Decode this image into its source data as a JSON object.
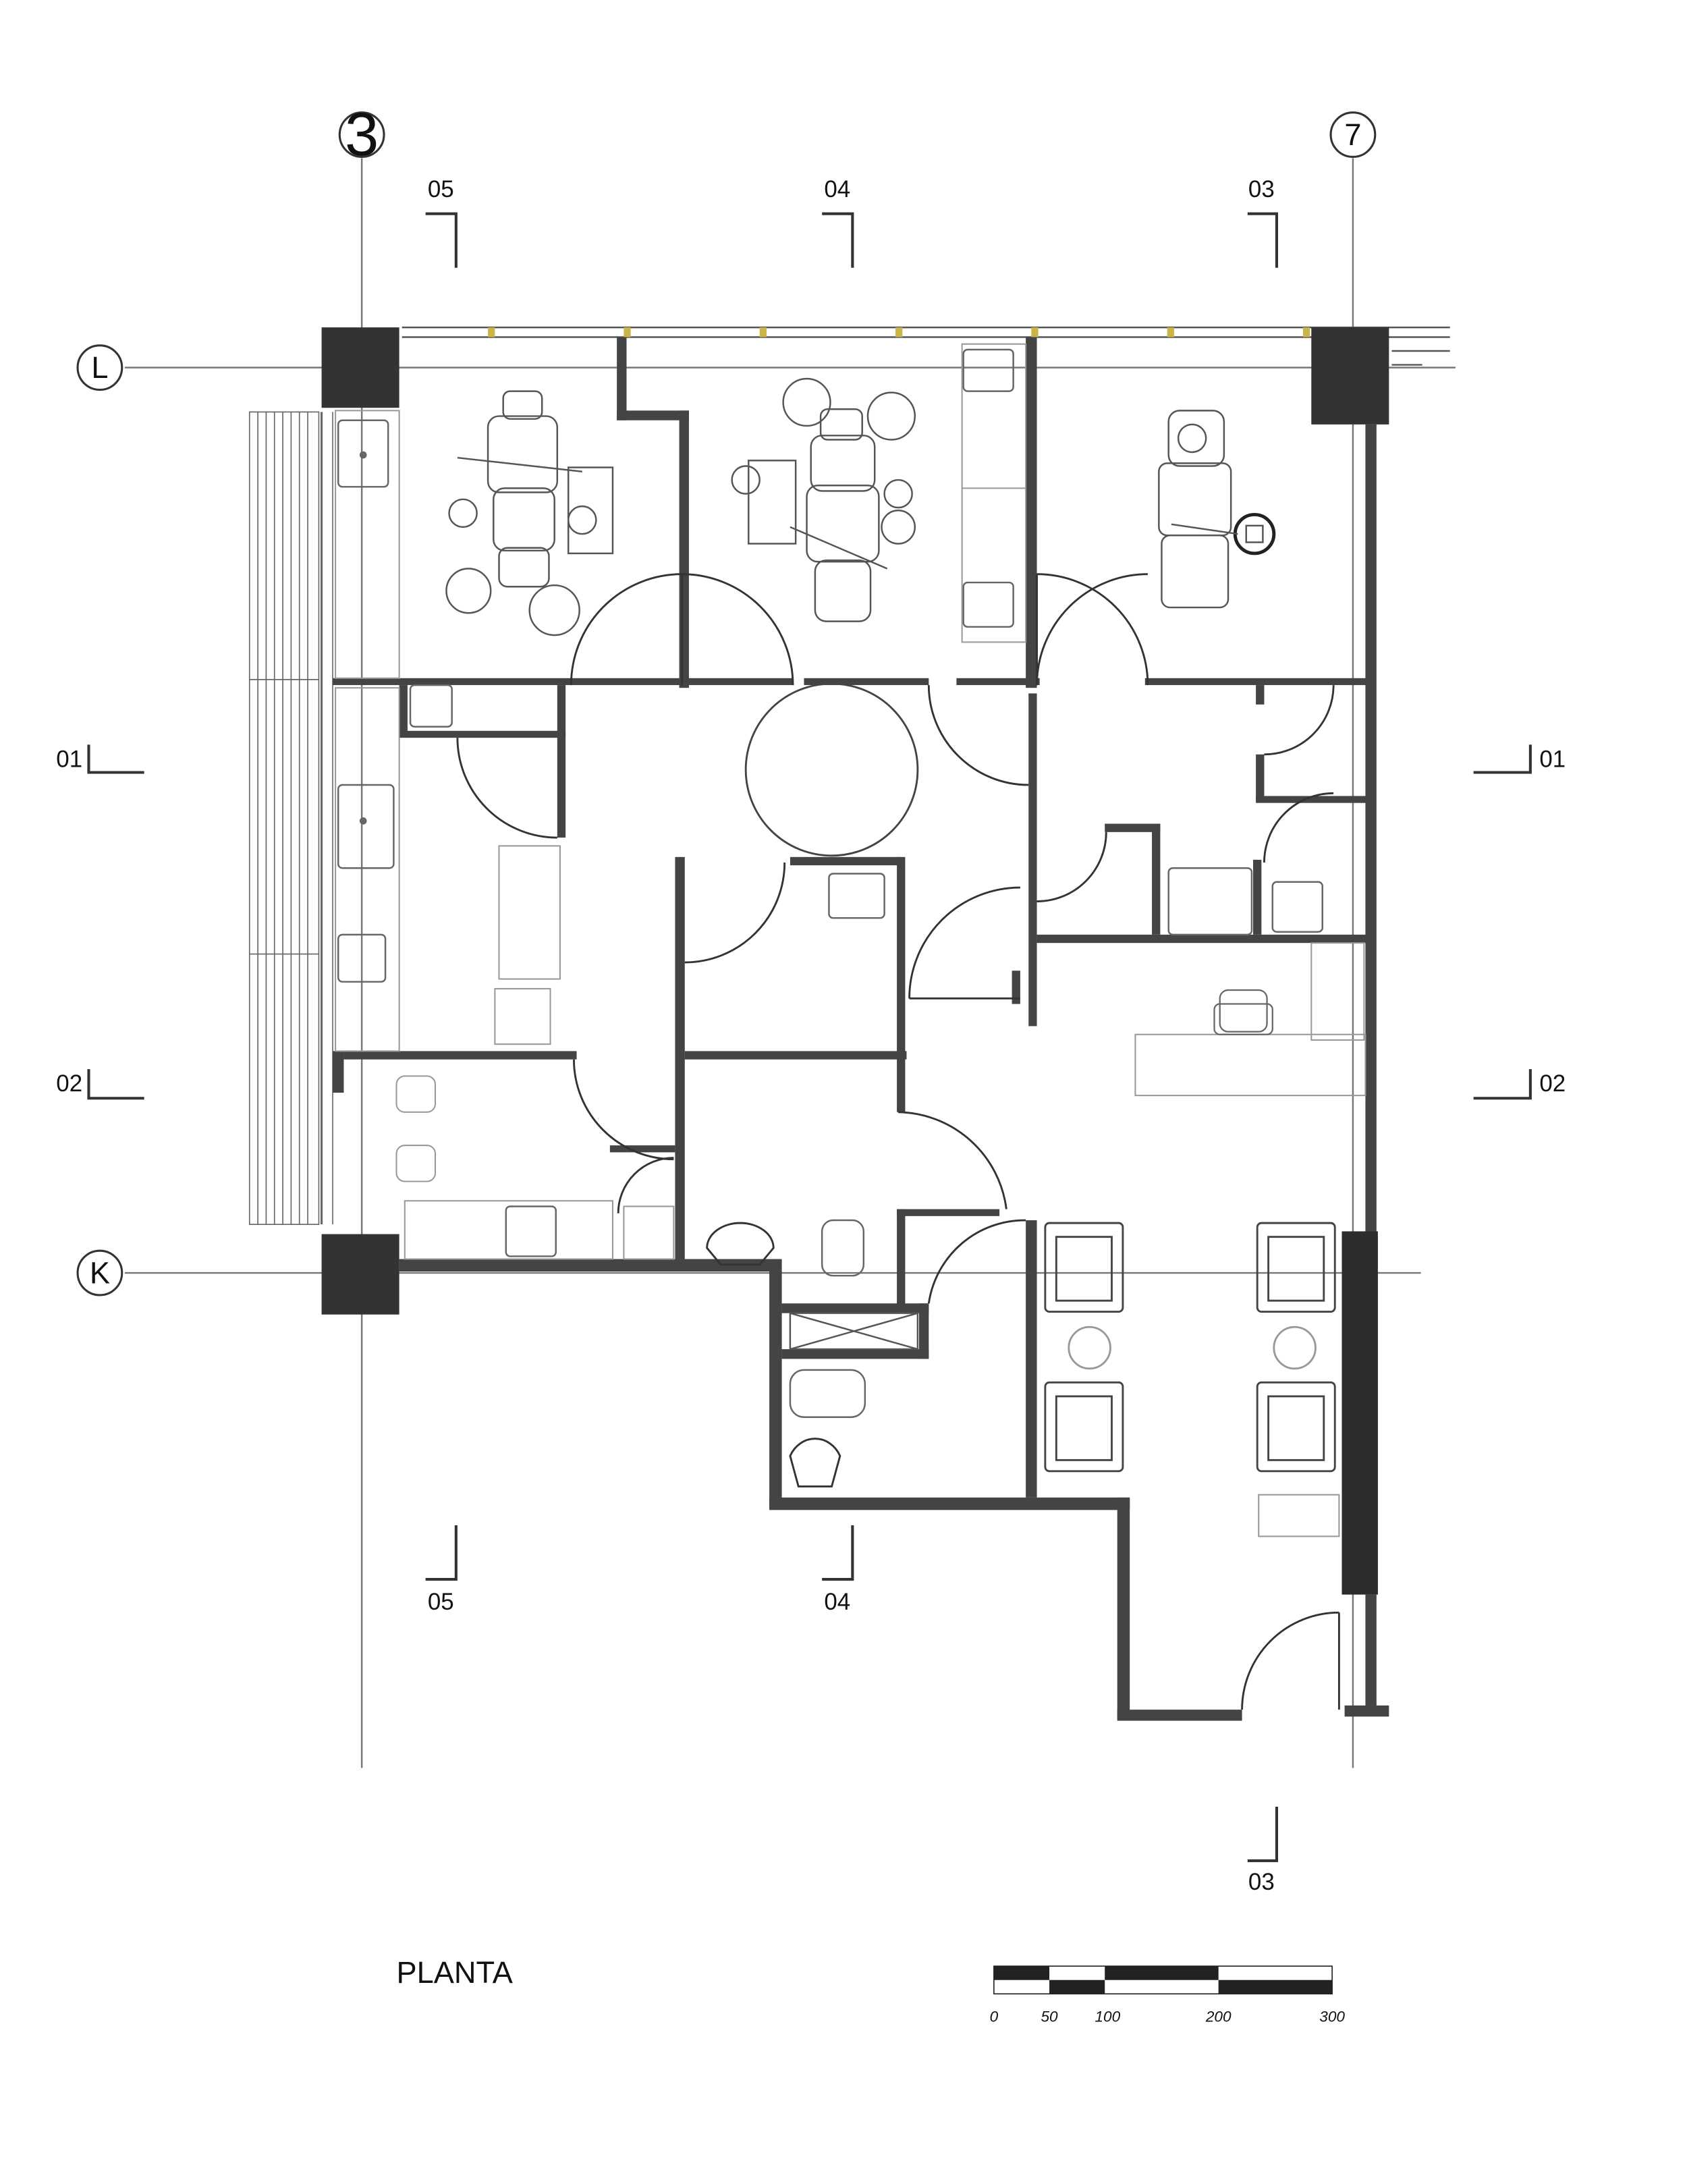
{
  "grid_axes": {
    "columns": [
      "3",
      "7"
    ],
    "rows": [
      "L",
      "K"
    ]
  },
  "section_marks": {
    "top": [
      "05",
      "04",
      "03"
    ],
    "bottom": [
      "05",
      "04",
      "03"
    ],
    "left": [
      "01",
      "02"
    ],
    "right": [
      "01",
      "02"
    ]
  },
  "title": "PLANTA",
  "scale_bar": {
    "ticks": [
      "0",
      "50",
      "100",
      "200",
      "300"
    ]
  },
  "colors": {
    "wall": "#444444",
    "column": "#333333",
    "line": "#555555",
    "furniture": "#888888"
  }
}
